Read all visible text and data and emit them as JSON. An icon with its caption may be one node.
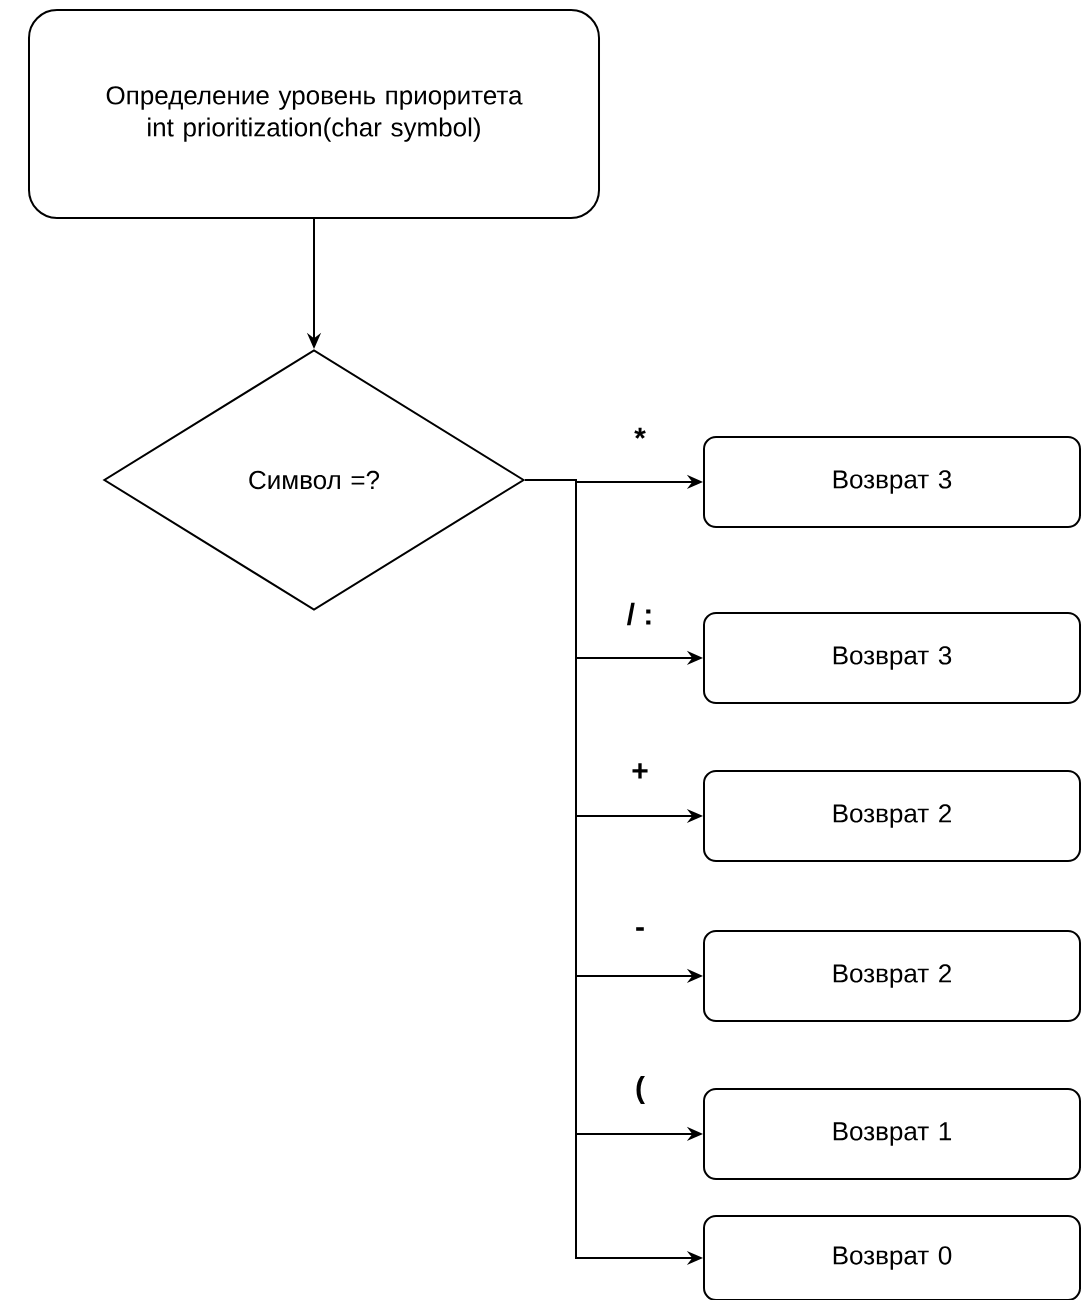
{
  "diagram": {
    "nodes": [
      {
        "text": [
          "Определение уровень приоритета int prioritization(char symbol)"
        ]
      },
      {
        "text": [
          "Символ =?"
        ]
      },
      {
        "text": [
          "Возврат 3"
        ]
      },
      {
        "text": [
          "Возврат 3"
        ]
      },
      {
        "text": [
          "Возврат 2"
        ]
      },
      {
        "text": [
          "Возврат 2"
        ]
      },
      {
        "text": [
          "Возврат 1"
        ]
      },
      {
        "text": [
          "Возврат 0"
        ]
      }
    ],
    "edges": [
      {
        "from": 0,
        "to": 1,
        "arrow": "to"
      },
      {
        "from": 1,
        "to": 2,
        "arrow": "to",
        "label": "*"
      },
      {
        "from": 1,
        "to": 3,
        "arrow": "to",
        "label": "/ :"
      },
      {
        "from": 1,
        "to": 4,
        "arrow": "to",
        "label": "+"
      },
      {
        "from": 1,
        "to": 5,
        "arrow": "to",
        "label": "-"
      },
      {
        "from": 1,
        "to": 6,
        "arrow": "to",
        "label": "("
      },
      {
        "from": 1,
        "to": 7,
        "arrow": "to"
      }
    ]
  }
}
